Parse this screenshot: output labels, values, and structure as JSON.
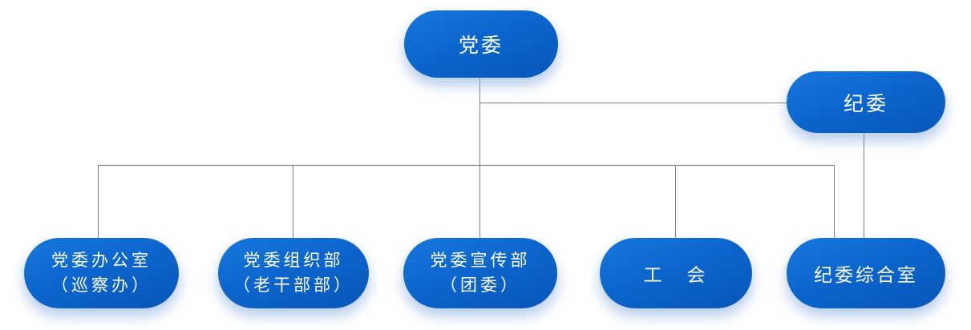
{
  "org_chart": {
    "colors": {
      "node_blue_light": "#1777dd",
      "node_blue_dark": "#0857b8",
      "connector_gray": "#7f7f7f",
      "text_white": "#ffffff",
      "background": "#ffffff"
    },
    "nodes": {
      "dangwei": {
        "label": "党委"
      },
      "jiwei": {
        "label": "纪委"
      },
      "b1": {
        "line1": "党委办公室",
        "line2": "（巡察办）"
      },
      "b2": {
        "line1": "党委组织部",
        "line2": "（老干部部）"
      },
      "b3": {
        "line1": "党委宣传部",
        "line2": "（团委）"
      },
      "b4": {
        "label": "工　会"
      },
      "b5": {
        "label": "纪委综合室"
      }
    },
    "edges": [
      {
        "from": "党委",
        "to": "纪委"
      },
      {
        "from": "党委",
        "to": "党委办公室（巡察办）"
      },
      {
        "from": "党委",
        "to": "党委组织部（老干部部）"
      },
      {
        "from": "党委",
        "to": "党委宣传部（团委）"
      },
      {
        "from": "党委",
        "to": "工　会"
      },
      {
        "from": "党委",
        "to": "纪委综合室"
      },
      {
        "from": "纪委",
        "to": "纪委综合室"
      }
    ]
  }
}
